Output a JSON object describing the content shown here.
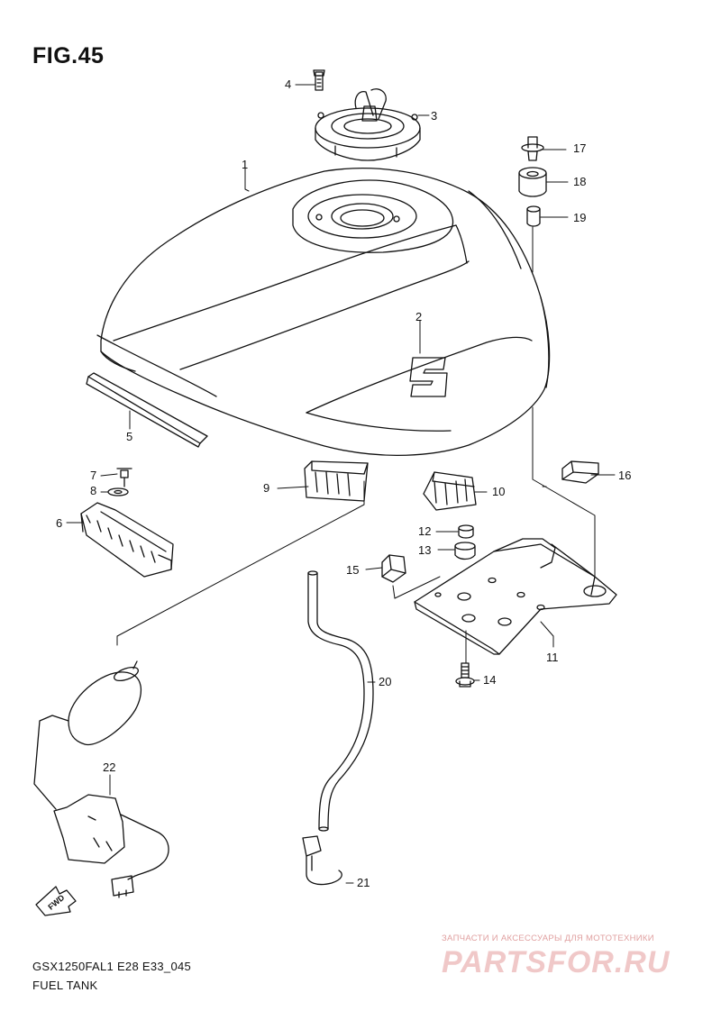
{
  "figure": {
    "title": "FIG.45",
    "model_code": "GSX1250FAL1 E28 E33_045",
    "section_name": "FUEL TANK"
  },
  "callouts": [
    {
      "id": "1",
      "label": "1"
    },
    {
      "id": "2",
      "label": "2"
    },
    {
      "id": "3",
      "label": "3"
    },
    {
      "id": "4",
      "label": "4"
    },
    {
      "id": "5",
      "label": "5"
    },
    {
      "id": "6",
      "label": "6"
    },
    {
      "id": "7",
      "label": "7"
    },
    {
      "id": "8",
      "label": "8"
    },
    {
      "id": "9",
      "label": "9"
    },
    {
      "id": "10",
      "label": "10"
    },
    {
      "id": "11",
      "label": "11"
    },
    {
      "id": "12",
      "label": "12"
    },
    {
      "id": "13",
      "label": "13"
    },
    {
      "id": "14",
      "label": "14"
    },
    {
      "id": "15",
      "label": "15"
    },
    {
      "id": "16",
      "label": "16"
    },
    {
      "id": "17",
      "label": "17"
    },
    {
      "id": "18",
      "label": "18"
    },
    {
      "id": "19",
      "label": "19"
    },
    {
      "id": "20",
      "label": "20"
    },
    {
      "id": "21",
      "label": "21"
    },
    {
      "id": "22",
      "label": "22"
    }
  ],
  "direction_arrow": {
    "label": "FWD"
  },
  "watermark": {
    "tagline": "ЗАПЧАСТИ И АКСЕССУАРЫ ДЛЯ МОТОТЕХНИКИ",
    "brand": "PARTSFOR.RU"
  }
}
